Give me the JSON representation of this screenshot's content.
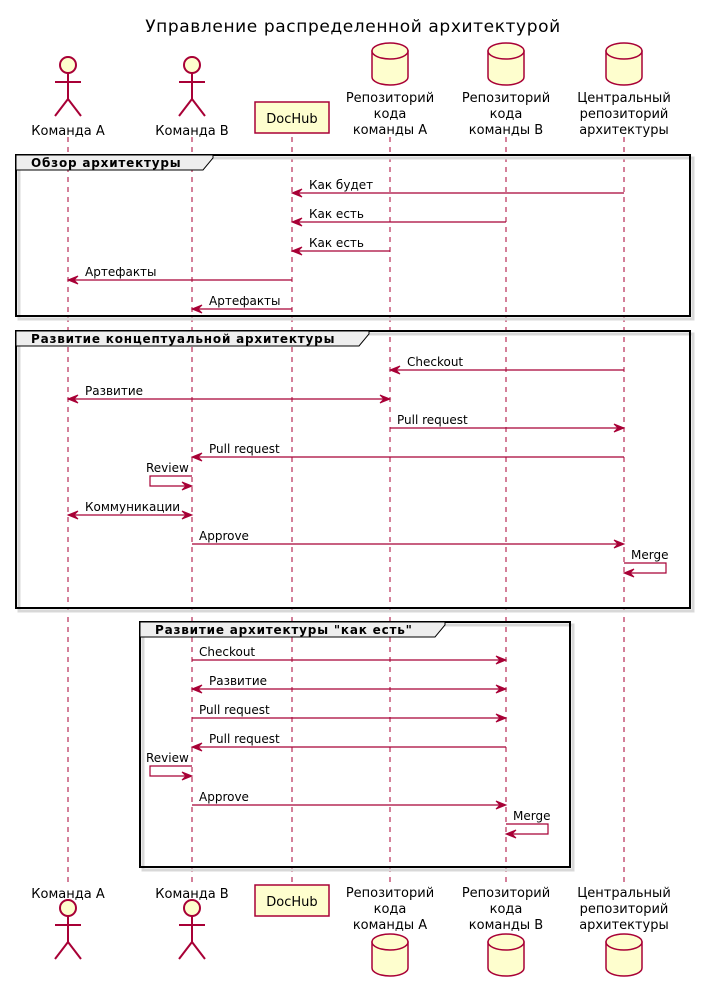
{
  "title": "Управление распределенной архитектурой",
  "participants": [
    {
      "id": "A",
      "kind": "actor",
      "lines": [
        "Команда А"
      ]
    },
    {
      "id": "B",
      "kind": "actor",
      "lines": [
        "Команда B"
      ]
    },
    {
      "id": "D",
      "kind": "box",
      "lines": [
        "DocHub"
      ]
    },
    {
      "id": "RA",
      "kind": "database",
      "lines": [
        "Репозиторий",
        "кода",
        "команды А"
      ]
    },
    {
      "id": "RB",
      "kind": "database",
      "lines": [
        "Репозиторий",
        "кода",
        "команды B"
      ]
    },
    {
      "id": "C",
      "kind": "database",
      "lines": [
        "Центральный",
        "репозиторий",
        "архитектуры"
      ]
    }
  ],
  "groups": [
    {
      "title": "Обзор архитектуры",
      "messages": [
        {
          "from": "C",
          "to": "D",
          "label": "Как будет"
        },
        {
          "from": "RB",
          "to": "D",
          "label": "Как есть"
        },
        {
          "from": "RA",
          "to": "D",
          "label": "Как есть"
        },
        {
          "from": "D",
          "to": "A",
          "label": "Артефакты"
        },
        {
          "from": "D",
          "to": "B",
          "label": "Артефакты"
        }
      ]
    },
    {
      "title": "Развитие концептуальной архитектуры",
      "messages": [
        {
          "from": "C",
          "to": "RA",
          "label": "Checkout"
        },
        {
          "from": "A",
          "to": "RA",
          "label": "Развитие",
          "both": true
        },
        {
          "from": "RA",
          "to": "C",
          "label": "Pull request"
        },
        {
          "from": "C",
          "to": "B",
          "label": "Pull request"
        },
        {
          "from": "B",
          "to": "B",
          "label": "Review",
          "self": "left"
        },
        {
          "from": "A",
          "to": "B",
          "label": "Коммуникации",
          "both": true
        },
        {
          "from": "B",
          "to": "C",
          "label": "Approve"
        },
        {
          "from": "C",
          "to": "C",
          "label": "Merge",
          "self": "right"
        }
      ]
    },
    {
      "title": "Развитие архитектуры \"как есть\"",
      "messages": [
        {
          "from": "B",
          "to": "RB",
          "label": "Checkout"
        },
        {
          "from": "B",
          "to": "RB",
          "label": "Развитие",
          "both": true
        },
        {
          "from": "B",
          "to": "RB",
          "label": "Pull request"
        },
        {
          "from": "RB",
          "to": "B",
          "label": "Pull request"
        },
        {
          "from": "B",
          "to": "B",
          "label": "Review",
          "self": "left"
        },
        {
          "from": "B",
          "to": "RB",
          "label": "Approve"
        },
        {
          "from": "RB",
          "to": "RB",
          "label": "Merge",
          "self": "right"
        }
      ]
    }
  ],
  "colors": {
    "line": "#A80036",
    "fill": "#FEFECE",
    "frame": "#000000",
    "tab": "#EEEEEE"
  }
}
